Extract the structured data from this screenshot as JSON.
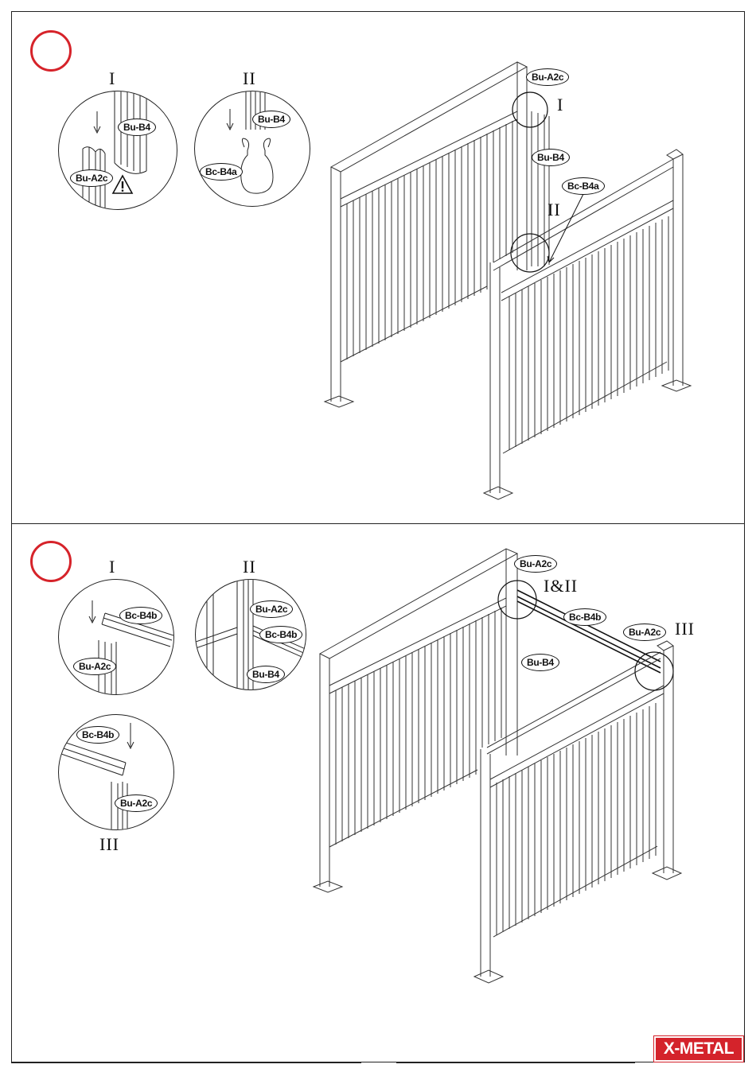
{
  "step1": {
    "detail_I": {
      "roman": "I",
      "tags": [
        "Bu-B4",
        "Bu-A2c"
      ]
    },
    "detail_II": {
      "roman": "II",
      "tags": [
        "Bu-B4",
        "Bc-B4a"
      ]
    },
    "scene": {
      "tags": [
        "Bu-A2c",
        "Bu-B4",
        "Bc-B4a"
      ],
      "romans": [
        "I",
        "II"
      ]
    }
  },
  "step2": {
    "detail_I": {
      "roman": "I",
      "tags": [
        "Bc-B4b",
        "Bu-A2c"
      ]
    },
    "detail_II": {
      "roman": "II",
      "tags": [
        "Bu-A2c",
        "Bc-B4b",
        "Bu-B4"
      ]
    },
    "detail_III": {
      "roman": "III",
      "tags": [
        "Bc-B4b",
        "Bu-A2c"
      ]
    },
    "scene": {
      "tags": [
        "Bu-A2c",
        "Bc-B4b",
        "Bu-A2c",
        "Bu-B4"
      ],
      "romans": [
        "I&II",
        "III"
      ]
    }
  },
  "footer": {
    "brand": "X-METAL"
  },
  "colors": {
    "step_circle": "#d6232a",
    "brand": "#d4232b"
  }
}
